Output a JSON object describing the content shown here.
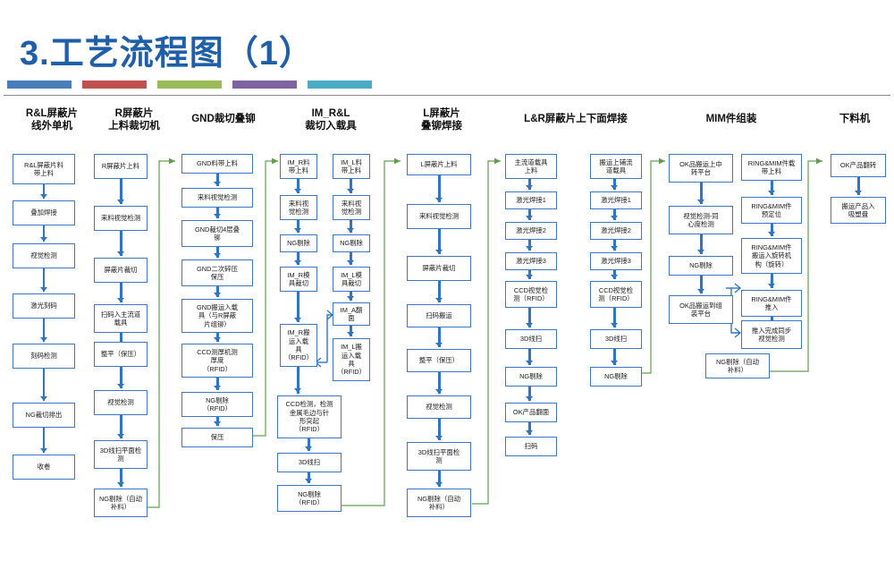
{
  "slide": {
    "title": "3.工艺流程图（1）",
    "accent_colors": [
      "#4A7EBB",
      "#C0504D",
      "#9BBB59",
      "#8064A2",
      "#4BACC6"
    ],
    "box_border_color": "#3C78C8",
    "arrow_color": "#2E75C6",
    "feedback_line_color": "#5FA04E",
    "title_color": "#1F5FA9"
  },
  "columns": [
    {
      "id": "col1",
      "header": "R&L屏蔽片\n线外单机",
      "nodes": [
        "R&L屏蔽片料\n带上料",
        "叠加焊接",
        "视觉检测",
        "激光刻码",
        "刻码检测",
        "NG裁切排出",
        "收卷"
      ]
    },
    {
      "id": "col2",
      "header": "R屏蔽片\n上料裁切机",
      "nodes": [
        "R屏蔽片上料",
        "来料视觉检测",
        "屏蔽片裁切",
        "扫码入主流道\n载具",
        "整平（保压）",
        "视觉检测",
        "3D线扫平面检\n测",
        "NG剔除（自动\n补料）"
      ]
    },
    {
      "id": "col3",
      "header": "GND裁切叠铆",
      "nodes": [
        "GND料带上料",
        "来料视觉检测",
        "GND裁切4层叠\n铆",
        "GND二次碎压\n保压",
        "GND搬运入载\n具（与R屏蔽\n片组铆）",
        "CCD测厚机测\n厚度\n（RFID）",
        "NG剔除\n（RFID）",
        "保压"
      ]
    },
    {
      "id": "col4",
      "header": "IM_R&L\n裁切入载具",
      "branch_left": {
        "name": "IM_R",
        "nodes": [
          "IM_R料\n带上料",
          "来料视\n觉检测",
          "NG剔除",
          "IM_R模\n具裁切",
          "IM_R搬\n运入载\n具\n（RFID）"
        ]
      },
      "branch_right": {
        "name": "IM_L",
        "nodes": [
          "IM_L料\n带上料",
          "来料视\n觉检测",
          "NG剔除",
          "IM_L模\n具裁切",
          "IM_A翻\n面",
          "IM_L搬\n运入载\n具\n（RFID）"
        ]
      },
      "merged_nodes": [
        "CCD检测，检测\n金属毛边与针\n形突起\n（RFID）",
        "3D线扫",
        "NG剔除\n（RFID）"
      ]
    },
    {
      "id": "col5",
      "header": "L屏蔽片\n叠铆焊接",
      "nodes": [
        "L屏蔽片上料",
        "来料视觉检测",
        "屏蔽片裁切",
        "扫码搬运",
        "整平（保压）",
        "视觉检测",
        "3D线扫平面检\n测",
        "NG剔除（自动\n补料）"
      ]
    },
    {
      "id": "col6",
      "header": "L&R屏蔽片上下面焊接",
      "branch_left": {
        "name": "main-channel",
        "nodes": [
          "主流道载具\n上料",
          "激光焊接1",
          "激光焊接2",
          "激光焊接3",
          "CCD视觉检\n测（RFID）",
          "3D线扫",
          "NG剔除",
          "OK产品翻面",
          "扫码"
        ]
      },
      "branch_right": {
        "name": "aux-channel",
        "nodes": [
          "搬运上辅流\n道载具",
          "激光焊接1",
          "激光焊接2",
          "激光焊接3",
          "CCD视觉检\n测（RFID）",
          "3D线扫",
          "NG剔除"
        ]
      }
    },
    {
      "id": "col7",
      "header": "MIM件组装",
      "branch_left": {
        "name": "transfer",
        "nodes": [
          "OK品搬运上中\n转平台",
          "视觉检测-同\n心度检测",
          "NG剔除",
          "OK品搬运到组\n装平台",
          "NG剔除（自动\n补料）"
        ]
      },
      "branch_right": {
        "name": "ring-mim",
        "nodes": [
          "RING&MIM件载\n带上料",
          "RING&MIM件\n预定位",
          "RING&MIM件\n搬运入旋转机\n构（旋转）",
          "RING&MIM件\n推入",
          "推入完成同步\n视觉检测"
        ]
      }
    },
    {
      "id": "col8",
      "header": "下料机",
      "nodes": [
        "OK产品翻转",
        "搬运产品入\n吸塑盘"
      ]
    }
  ]
}
